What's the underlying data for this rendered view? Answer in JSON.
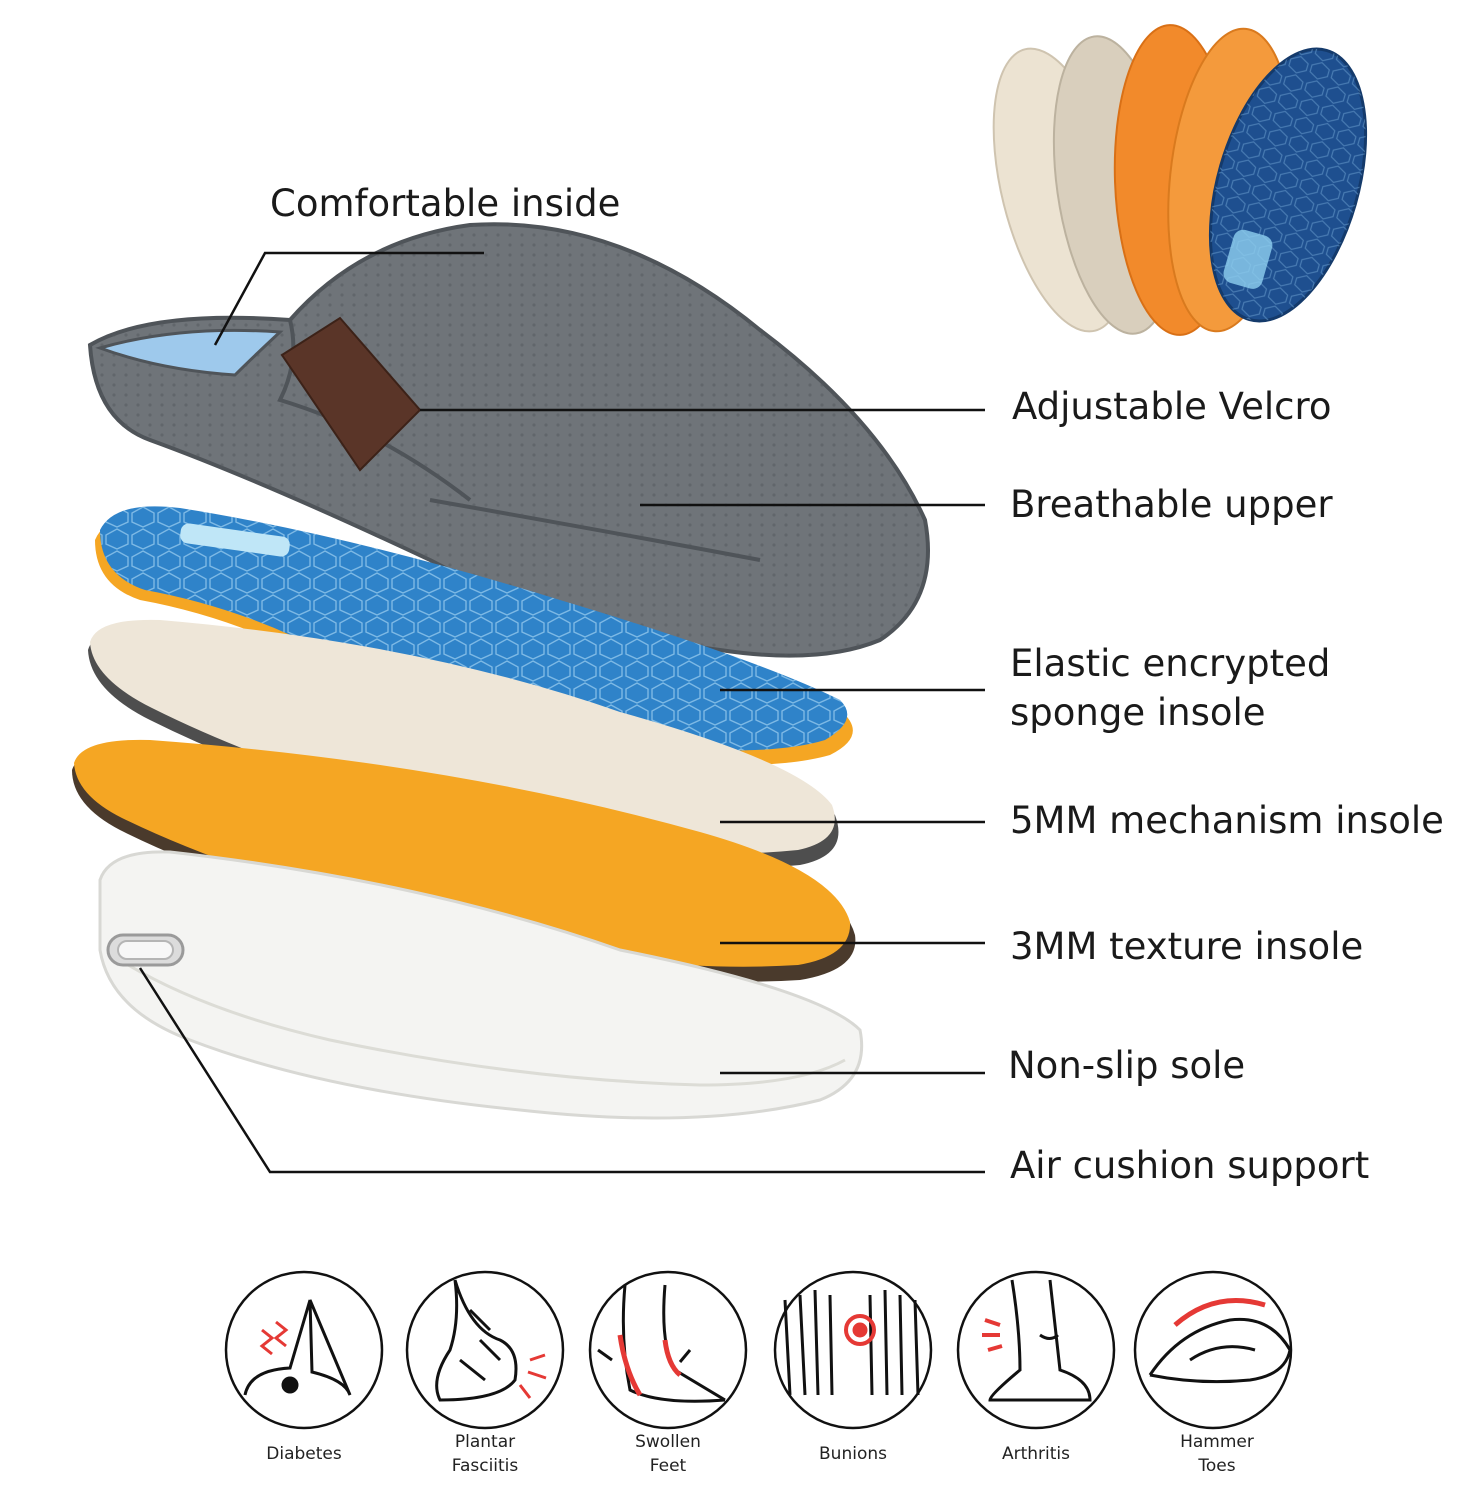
{
  "callouts": {
    "comfortable_inside": "Comfortable inside",
    "adjustable_velcro": "Adjustable Velcro",
    "breathable_upper": "Breathable upper",
    "elastic_line1": "Elastic encrypted",
    "elastic_line2": "sponge insole",
    "mechanism_insole": "5MM mechanism insole",
    "texture_insole": "3MM texture insole",
    "non_slip_sole": "Non-slip sole",
    "air_cushion": "Air cushion support"
  },
  "conditions": {
    "diabetes": "Diabetes",
    "plantar_1": "Plantar",
    "plantar_2": "Fasciitis",
    "swollen_1": "Swollen",
    "swollen_2": "Feet",
    "bunions": "Bunions",
    "arthritis": "Arthritis",
    "hammer_1": "Hammer",
    "hammer_2": "Toes"
  },
  "colors": {
    "upper_gray": "#6f7479",
    "velcro_brown": "#5a3528",
    "insole_blue": "#2f83c9",
    "foam_orange": "#f5a623",
    "cream": "#eee6d8",
    "sole_white": "#f4f4f2",
    "accent_red": "#e53935"
  }
}
